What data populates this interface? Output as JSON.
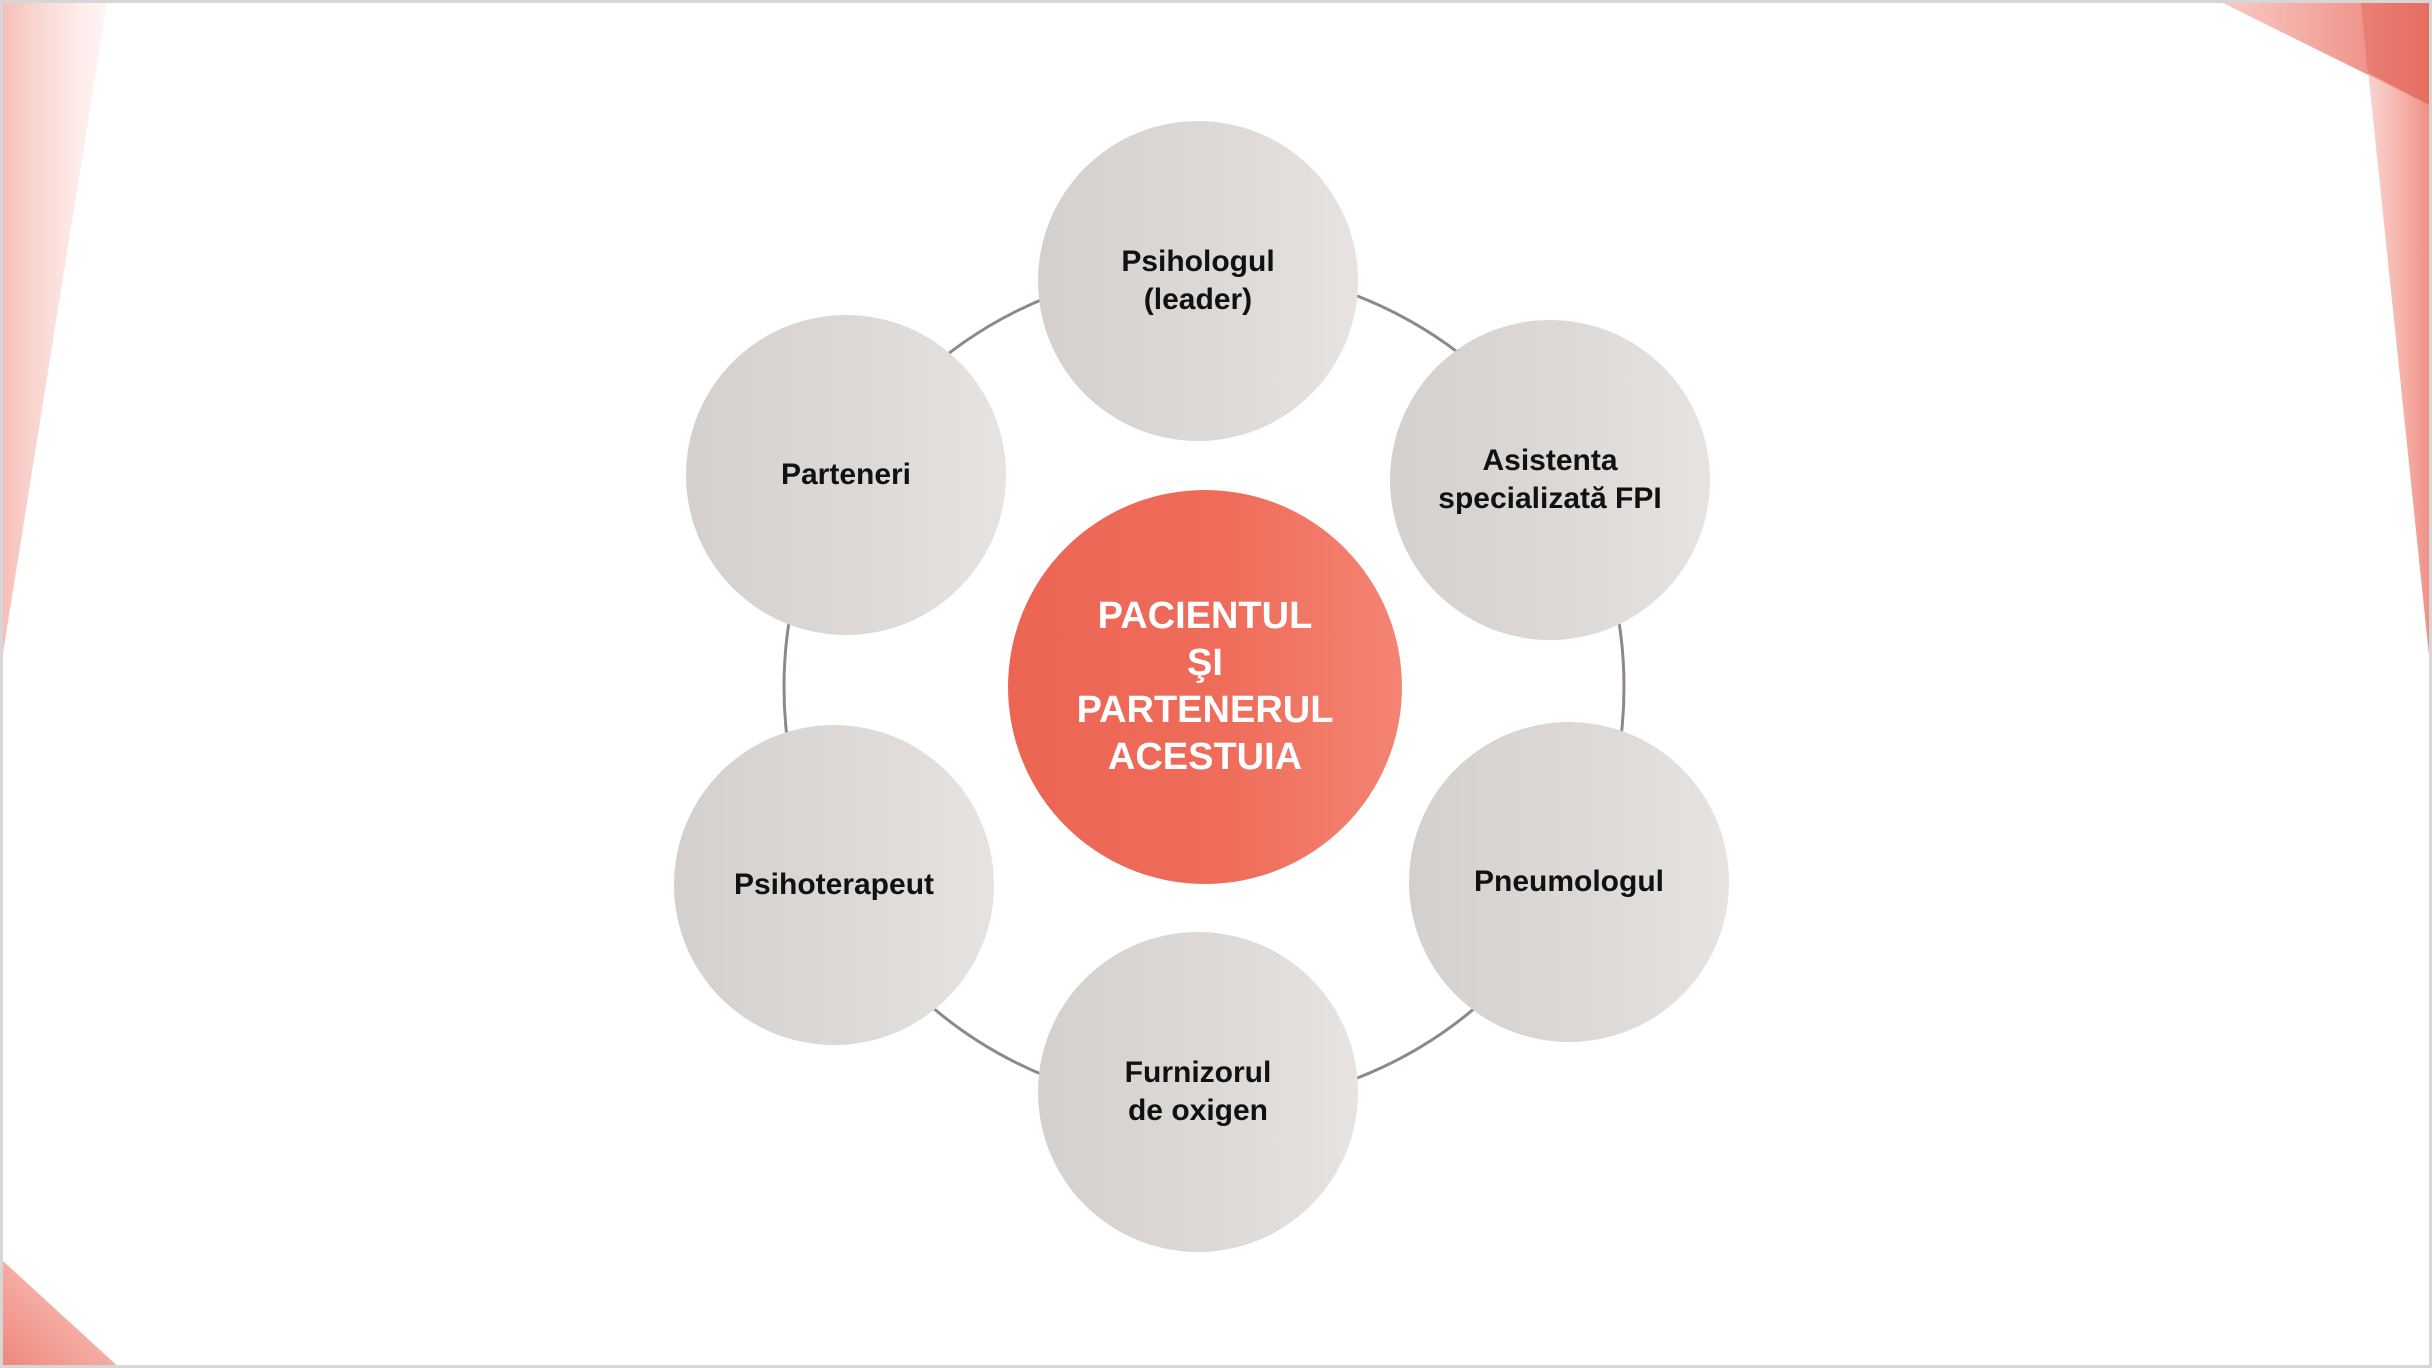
{
  "diagram": {
    "center": {
      "label": "PACIENTUL\nŞI\nPARTENERUL\nACESTUIA"
    },
    "nodes": [
      {
        "id": "psihologul",
        "label": "Psihologul\n(leader)"
      },
      {
        "id": "asistenta",
        "label": "Asistenta\nspecializată FPI"
      },
      {
        "id": "pneumologul",
        "label": "Pneumologul"
      },
      {
        "id": "furnizorul",
        "label": "Furnizorul\nde oxigen"
      },
      {
        "id": "psihoterapeut",
        "label": "Psihoterapeut"
      },
      {
        "id": "parteneri",
        "label": "Parteneri"
      }
    ]
  },
  "colors": {
    "accent": "#ee6a58",
    "node_fill": "#dcd9d7",
    "ring_stroke": "#8e8985",
    "decoration": "#f08c80"
  }
}
